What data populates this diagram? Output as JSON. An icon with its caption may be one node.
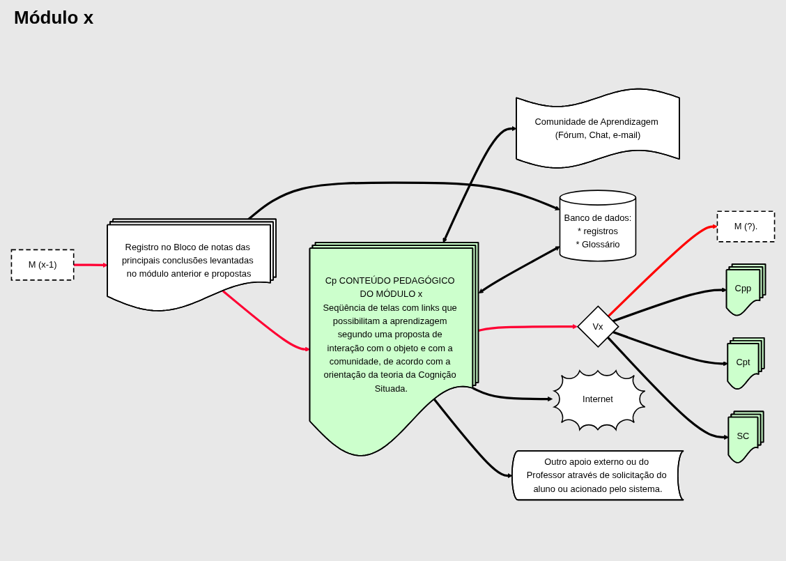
{
  "diagram": {
    "title": "Módulo x",
    "nodes": [
      {
        "text": [
          "M (x-1)"
        ]
      },
      {
        "text": [
          "Registro no Bloco de notas das principais conclusões levantadas no módulo anterior e propostas"
        ]
      },
      {
        "text": [
          "Cp CONTEÚDO PEDAGÓGICO DO MÓDULO x",
          "Seqüência de telas com links que possibilitam a aprendizagem segundo uma proposta de interação com o objeto e com a comunidade, de acordo com a orientação da teoria da Cognição Situada."
        ]
      },
      {
        "text": [
          "Internet"
        ]
      },
      {
        "text": [
          "Outro apoio externo ou do Professor através de solicitação do aluno ou acionado pelo sistema."
        ]
      },
      {
        "text": [
          "Vx"
        ]
      },
      {
        "text": [
          "M (?)."
        ]
      },
      {
        "text": [
          "Cpp"
        ]
      },
      {
        "text": [
          "Cpt"
        ]
      },
      {
        "text": [
          "SC"
        ]
      },
      {
        "text": [
          "Banco de dados:",
          "* registros",
          "* Glossário"
        ]
      },
      {
        "text": [
          "Comunidade de Aprendizagem (Fórum, Chat, e-mail)"
        ]
      }
    ],
    "edges": [
      {
        "from": 0,
        "to": 1,
        "arrow": "to",
        "color": "#ff0033"
      },
      {
        "from": 1,
        "to": 2,
        "arrow": "to",
        "color": "#ff0033"
      },
      {
        "from": 2,
        "to": 5,
        "arrow": "to",
        "color": "#ff0033"
      },
      {
        "from": 5,
        "to": 6,
        "arrow": "to",
        "color": "#ff0000"
      },
      {
        "from": 2,
        "to": 3,
        "arrow": "to"
      },
      {
        "from": 2,
        "to": 4,
        "arrow": "to"
      },
      {
        "from": 1,
        "to": 10,
        "arrow": "to"
      },
      {
        "from": 2,
        "to": 10,
        "arrow": "both"
      },
      {
        "from": 2,
        "to": 11,
        "arrow": "both"
      },
      {
        "from": 5,
        "to": 7,
        "arrow": "to"
      },
      {
        "from": 5,
        "to": 8,
        "arrow": "to"
      },
      {
        "from": 5,
        "to": 9,
        "arrow": "to"
      }
    ]
  }
}
